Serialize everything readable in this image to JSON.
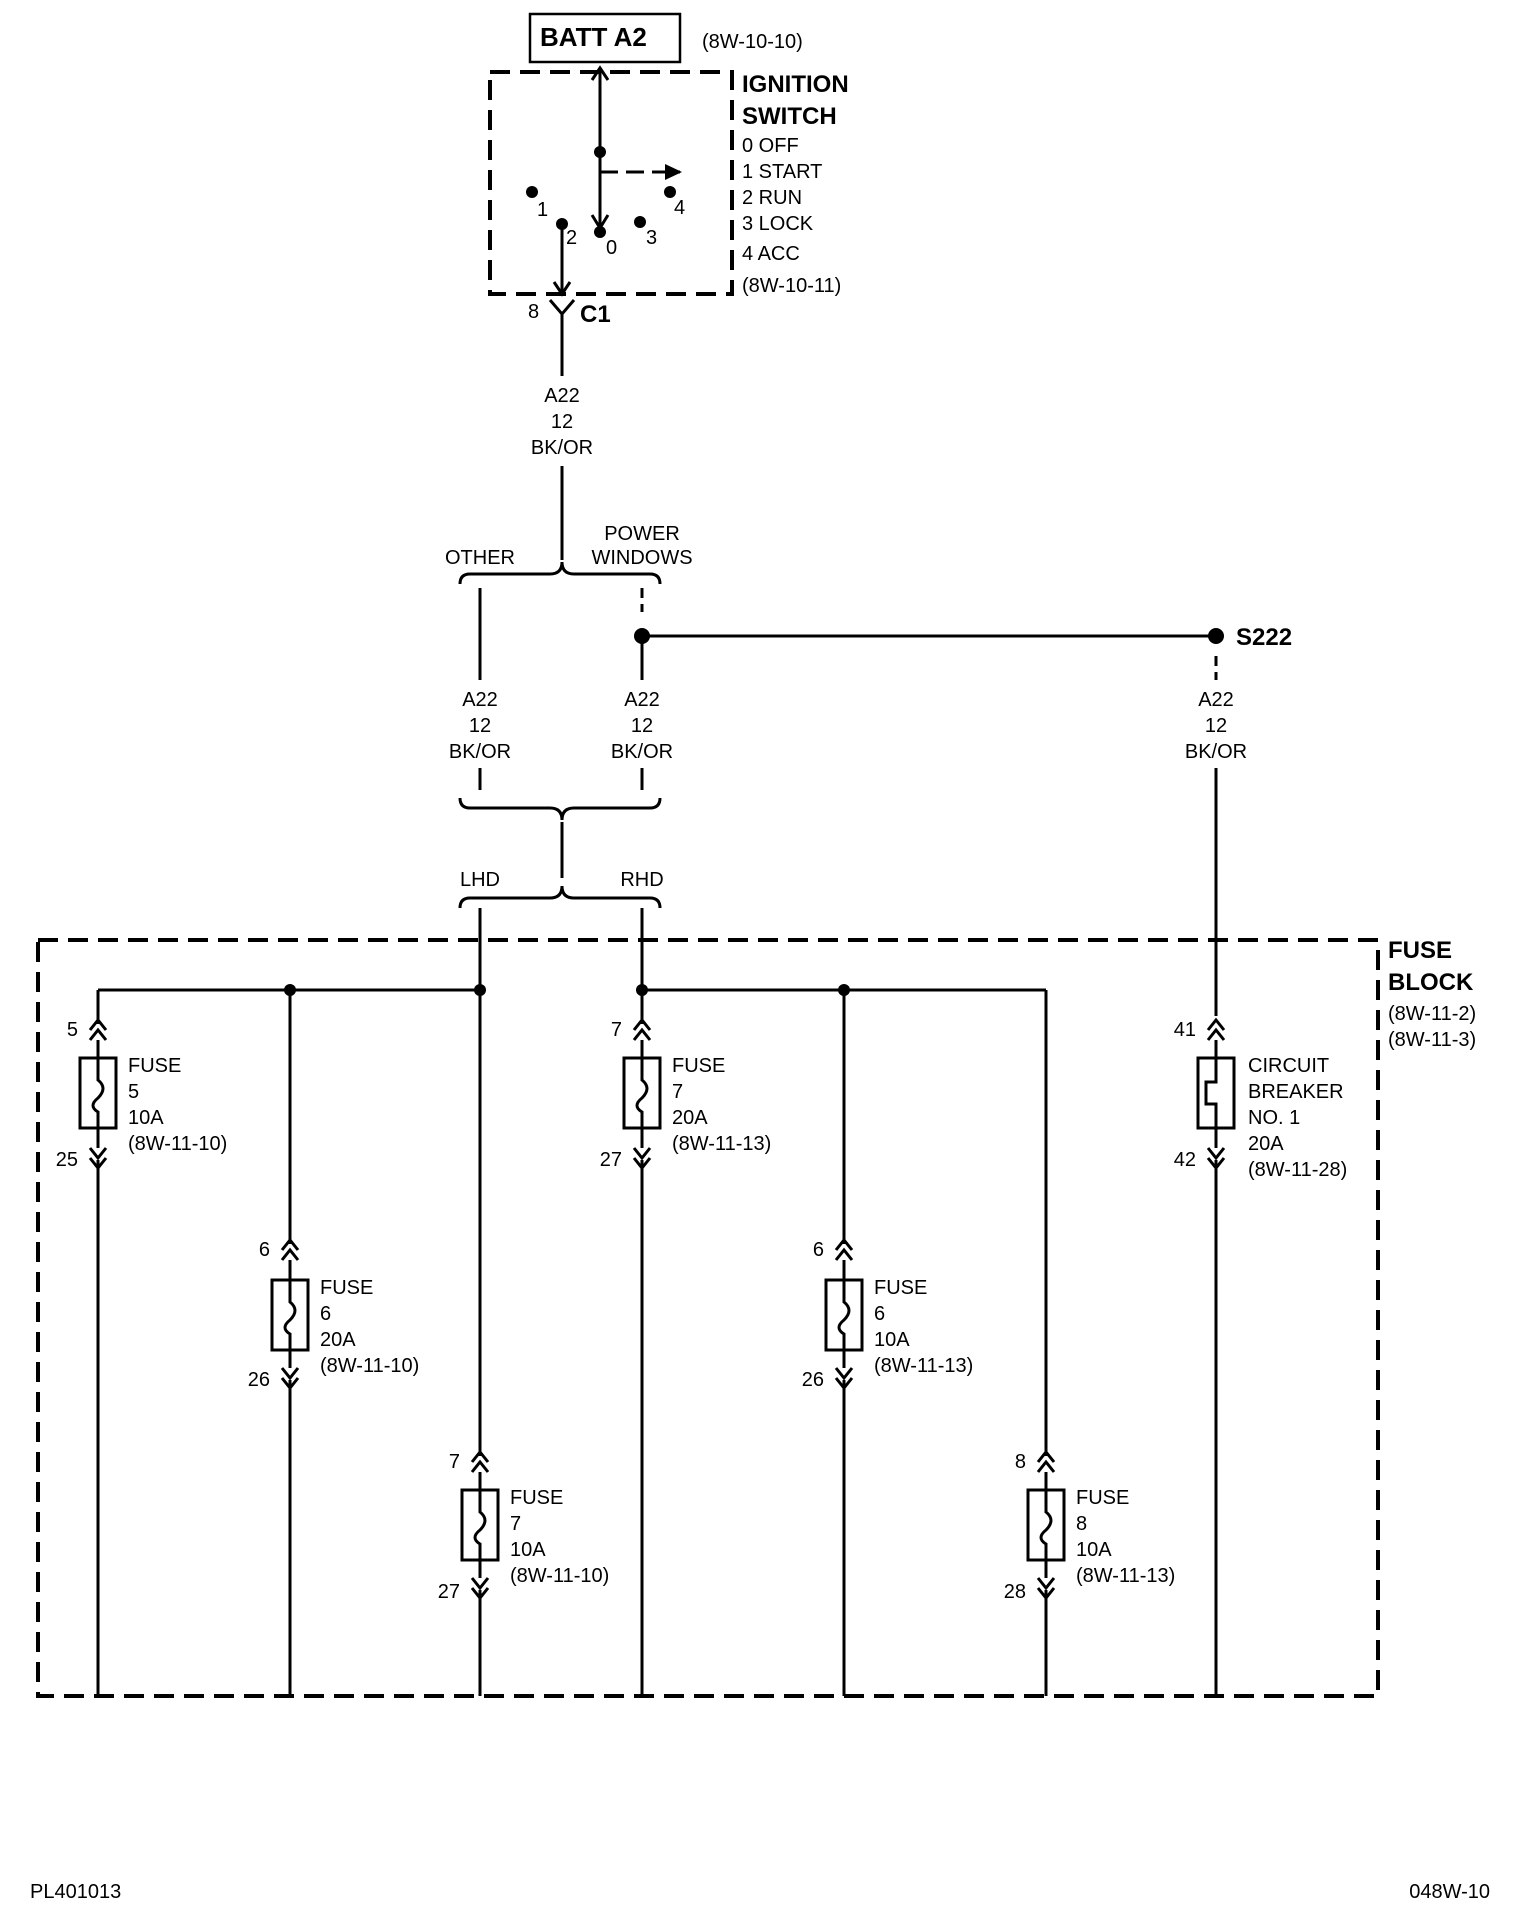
{
  "batt": {
    "label": "BATT A2",
    "ref": "(8W-10-10)"
  },
  "ignition": {
    "title1": "IGNITION",
    "title2": "SWITCH",
    "positions": [
      "0 OFF",
      "1 START",
      "2 RUN",
      "3 LOCK",
      "4 ACC"
    ],
    "ref": "(8W-10-11)",
    "contacts": [
      "1",
      "2",
      "0",
      "3",
      "4"
    ]
  },
  "connector": {
    "pin": "8",
    "name": "C1"
  },
  "wire_main": {
    "code": "A22",
    "gauge": "12",
    "color": "BK/OR"
  },
  "branch1": {
    "left": "OTHER",
    "right1": "POWER",
    "right2": "WINDOWS"
  },
  "splice": "S222",
  "wire_other": {
    "code": "A22",
    "gauge": "12",
    "color": "BK/OR"
  },
  "wire_pw": {
    "code": "A22",
    "gauge": "12",
    "color": "BK/OR"
  },
  "wire_s222": {
    "code": "A22",
    "gauge": "12",
    "color": "BK/OR"
  },
  "branch2": {
    "left": "LHD",
    "right": "RHD"
  },
  "fuseblock": {
    "title1": "FUSE",
    "title2": "BLOCK",
    "ref1": "(8W-11-2)",
    "ref2": "(8W-11-3)"
  },
  "fuses": [
    {
      "in": "5",
      "out": "25",
      "l1": "FUSE",
      "l2": "5",
      "l3": "10A",
      "l4": "(8W-11-10)"
    },
    {
      "in": "6",
      "out": "26",
      "l1": "FUSE",
      "l2": "6",
      "l3": "20A",
      "l4": "(8W-11-10)"
    },
    {
      "in": "7",
      "out": "27",
      "l1": "FUSE",
      "l2": "7",
      "l3": "10A",
      "l4": "(8W-11-10)"
    },
    {
      "in": "7",
      "out": "27",
      "l1": "FUSE",
      "l2": "7",
      "l3": "20A",
      "l4": "(8W-11-13)"
    },
    {
      "in": "6",
      "out": "26",
      "l1": "FUSE",
      "l2": "6",
      "l3": "10A",
      "l4": "(8W-11-13)"
    },
    {
      "in": "8",
      "out": "28",
      "l1": "FUSE",
      "l2": "8",
      "l3": "10A",
      "l4": "(8W-11-13)"
    }
  ],
  "breaker": {
    "in": "41",
    "out": "42",
    "l1": "CIRCUIT",
    "l2": "BREAKER",
    "l3": "NO. 1",
    "l4": "20A",
    "l5": "(8W-11-28)"
  },
  "footer": {
    "left": "PL401013",
    "right": "048W-10"
  }
}
